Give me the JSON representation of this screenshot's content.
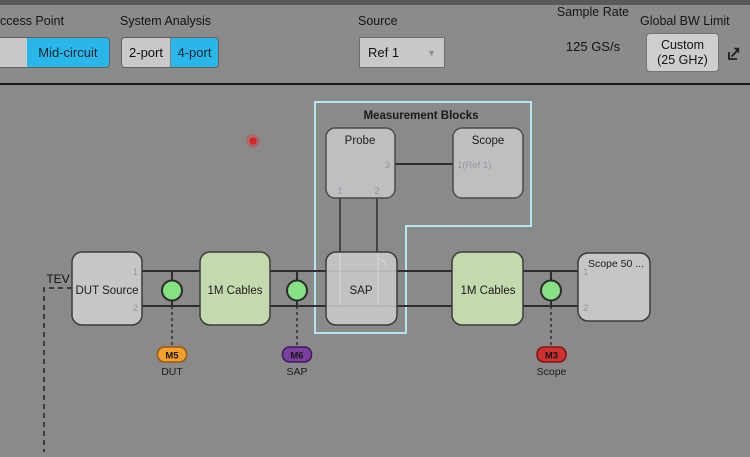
{
  "toolbar": {
    "access_point": {
      "label": "ccess Point",
      "selected": "Mid-circuit"
    },
    "system_analysis": {
      "label": "System Analysis",
      "option_2port": "2-port",
      "option_4port": "4-port"
    },
    "source": {
      "label": "Source",
      "value": "Ref 1",
      "caret": "▼"
    },
    "sample_rate": {
      "label": "Sample Rate",
      "value": "125 GS/s"
    },
    "global_bw": {
      "label": "Global BW Limit",
      "line1": "Custom",
      "line2": "(25 GHz)"
    }
  },
  "diagram": {
    "tev_label": "TEV",
    "measurement_title": "Measurement Blocks",
    "probe": {
      "title": "Probe",
      "port1": "1",
      "port2": "2",
      "port3": "3"
    },
    "meas_scope": {
      "title": "Scope",
      "port": "1(Ref 1)"
    },
    "dut_source": {
      "title": "DUT Source",
      "port1": "1",
      "port2": "2"
    },
    "cables1": {
      "title": "1M Cables"
    },
    "sap": {
      "title": "SAP"
    },
    "cables2": {
      "title": "1M Cables"
    },
    "scope50": {
      "title": "Scope 50 ...",
      "port1": "1",
      "port2": "2"
    },
    "markers": [
      {
        "id": "M5",
        "label": "DUT",
        "fill": "#f5a02c",
        "stroke": "#9c5812"
      },
      {
        "id": "M6",
        "label": "SAP",
        "fill": "#7b3fa0",
        "stroke": "#3c1d55"
      },
      {
        "id": "M3",
        "label": "Scope",
        "fill": "#cf3030",
        "stroke": "#7e1414"
      }
    ],
    "colors": {
      "accent_cyan": "#29b6e8",
      "node_green": "#85e283",
      "cable_green": "#c5d9ae",
      "block_gray": "#c6c6c8",
      "outline_blue": "#b8e4f0",
      "red_dot": "#e02020"
    }
  }
}
